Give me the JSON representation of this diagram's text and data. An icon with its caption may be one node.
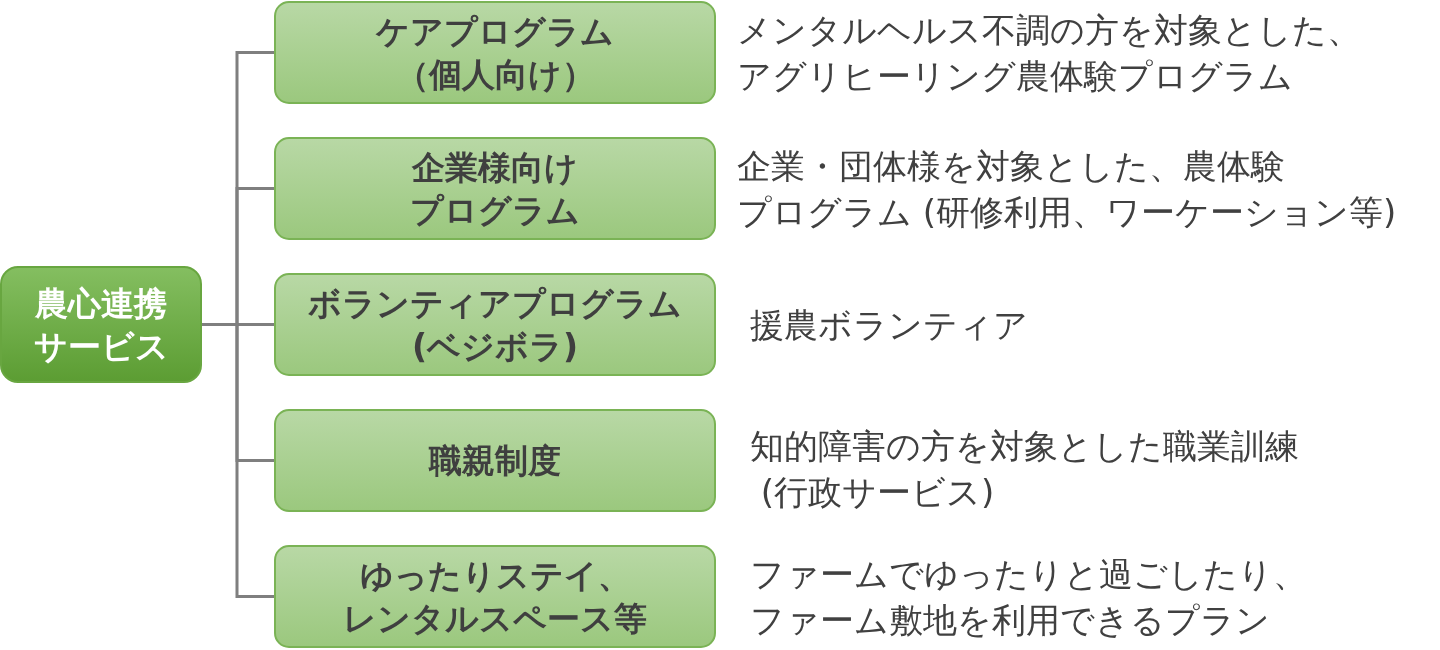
{
  "diagram": {
    "nodes": [
      {
        "text": [
          "農心連携サービス"
        ]
      },
      {
        "text": [
          "ケアプログラム（個人向け）"
        ],
        "beside": [
          "メンタルヘルス不調の方を対象とした、アグリヒーリング農体験プログラム"
        ]
      },
      {
        "text": [
          "企業様向けプログラム"
        ],
        "beside": [
          "企業・団体様を対象とした、農体験プログラム (研修利用、ワーケーション等)"
        ]
      },
      {
        "text": [
          "ボランティアプログラム(ベジボラ)"
        ],
        "beside": [
          "援農ボランティア"
        ]
      },
      {
        "text": [
          "職親制度"
        ],
        "beside": [
          "知的障害の方を対象とした職業訓練 (行政サービス)"
        ]
      },
      {
        "text": [
          "ゆったりステイ、レンタルスペース等"
        ],
        "beside": [
          "ファームでゆったりと過ごしたり、ファーム敷地を利用できるプラン"
        ]
      }
    ],
    "edges": [
      {
        "from": 0,
        "to": 1,
        "arrow": "none"
      },
      {
        "from": 0,
        "to": 2,
        "arrow": "none"
      },
      {
        "from": 0,
        "to": 3,
        "arrow": "none"
      },
      {
        "from": 0,
        "to": 4,
        "arrow": "none"
      },
      {
        "from": 0,
        "to": 5,
        "arrow": "none"
      }
    ]
  }
}
